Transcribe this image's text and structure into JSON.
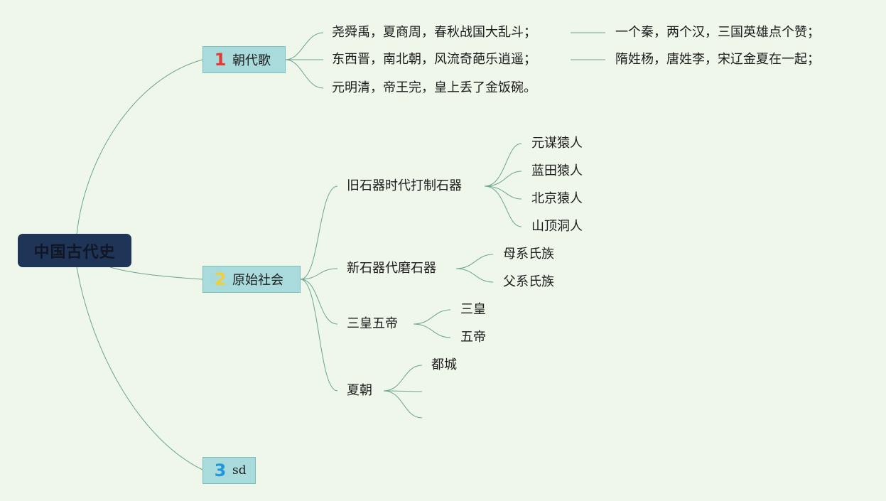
{
  "root": {
    "label": "中国古代史"
  },
  "branches": [
    {
      "badge": "1",
      "badge_color": "#e53935",
      "label": "朝代歌",
      "lines": [
        "尧舜禹，夏商周，春秋战国大乱斗；",
        "东西晋，南北朝，风流奇葩乐逍遥；",
        "元明清，帝王完，皇上丢了金饭碗。"
      ],
      "continuations": [
        "一个秦，两个汉，三国英雄点个赞；",
        "隋姓杨，唐姓李，宋辽金夏在一起；"
      ]
    },
    {
      "badge": "2",
      "badge_color": "#f2cf3a",
      "label": "原始社会",
      "children": [
        {
          "label": "旧石器时代打制石器",
          "children": [
            "元谋猿人",
            "蓝田猿人",
            "北京猿人",
            "山顶洞人"
          ]
        },
        {
          "label": "新石器代磨石器",
          "children": [
            "母系氏族",
            "父系氏族"
          ]
        },
        {
          "label": "三皇五帝",
          "children": [
            "三皇",
            "五帝"
          ]
        },
        {
          "label": "夏朝",
          "children": [
            "都城",
            "",
            ""
          ]
        }
      ]
    },
    {
      "badge": "3",
      "badge_color": "#2196d9",
      "label": "sd"
    }
  ],
  "colors": {
    "background": "#eff6ea",
    "root_fill": "#1e3557",
    "topic_fill": "#a9dbdc",
    "connector": "#6aa58f"
  }
}
